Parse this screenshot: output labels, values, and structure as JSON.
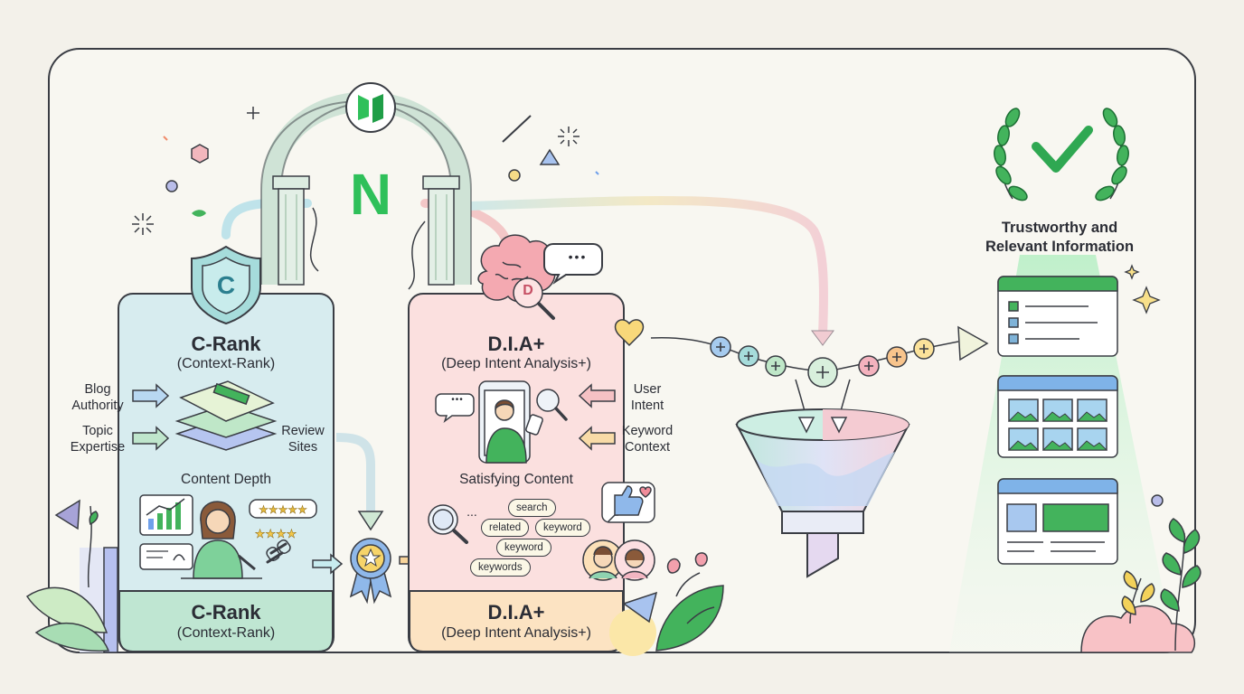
{
  "brand": {
    "letter": "N",
    "accent": "#2fc05a",
    "accent_dark": "#1f9e47"
  },
  "crank": {
    "title": "C-Rank",
    "subtitle": "(Context-Rank)",
    "inputs": [
      "Blog\nAuthority",
      "Topic\nExpertise"
    ],
    "side_input": "Review\nSites",
    "section_label": "Content Depth",
    "footer_title": "C-Rank",
    "footer_subtitle": "(Context-Rank)",
    "shield_letter": "C",
    "colors": {
      "card": "#d7ecef",
      "footer": "#bfe6d2"
    }
  },
  "dia": {
    "title": "D.I.A+",
    "subtitle": "(Deep Intent Analysis+)",
    "inputs": [
      "User\nIntent",
      "Keyword\nContext"
    ],
    "section_label": "Satisfying Content",
    "tags": [
      "search",
      "related",
      "keyword",
      "keyword",
      "keywords"
    ],
    "ellipsis": "...",
    "bubble_small": "•••",
    "bubble_large": "•••",
    "footer_title": "D.I.A+",
    "footer_subtitle": "(Deep Intent Analysis+)",
    "brain_letter": "D",
    "colors": {
      "card": "#fbe0df",
      "footer": "#fce3c2"
    }
  },
  "output": {
    "title": "Trustworthy and\nRelevant Information"
  }
}
